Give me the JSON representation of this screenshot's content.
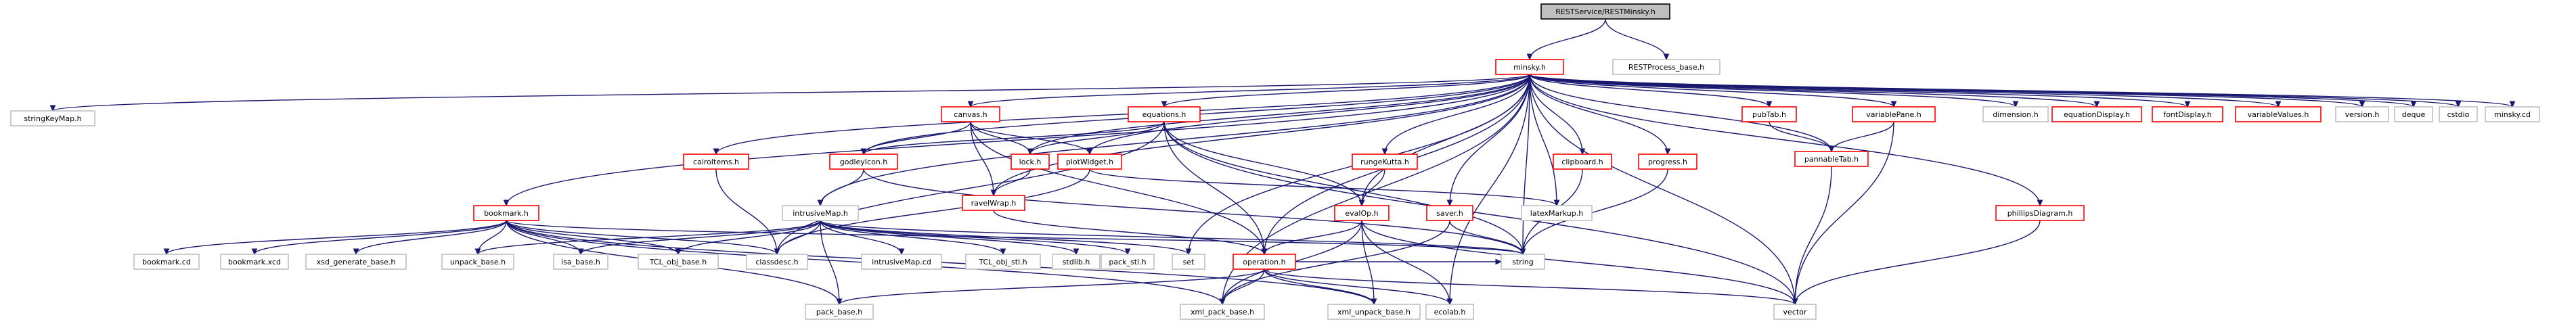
{
  "colors": {
    "edge": "#191970",
    "node_border_default": "#bfbfbf",
    "node_border_linked": "#ff0000",
    "node_border_root": "#000000",
    "root_fill": "#bfbfbf",
    "node_fill": "#ffffff"
  },
  "nodes": [
    {
      "id": "root",
      "label": "RESTService/RESTMinsky.h",
      "kind": "root"
    },
    {
      "id": "minsky",
      "label": "minsky.h",
      "kind": "linked"
    },
    {
      "id": "restproc",
      "label": "RESTProcess_base.h",
      "kind": "plain"
    },
    {
      "id": "stringKeyMap",
      "label": "stringKeyMap.h",
      "kind": "plain"
    },
    {
      "id": "canvas",
      "label": "canvas.h",
      "kind": "linked"
    },
    {
      "id": "equations",
      "label": "equations.h",
      "kind": "linked"
    },
    {
      "id": "pubTab",
      "label": "pubTab.h",
      "kind": "linked"
    },
    {
      "id": "variablePane",
      "label": "variablePane.h",
      "kind": "linked"
    },
    {
      "id": "dimension",
      "label": "dimension.h",
      "kind": "plain"
    },
    {
      "id": "equationDisplay",
      "label": "equationDisplay.h",
      "kind": "linked"
    },
    {
      "id": "fontDisplay",
      "label": "fontDisplay.h",
      "kind": "linked"
    },
    {
      "id": "variableValues",
      "label": "variableValues.h",
      "kind": "linked"
    },
    {
      "id": "version",
      "label": "version.h",
      "kind": "plain"
    },
    {
      "id": "deque",
      "label": "deque",
      "kind": "plain"
    },
    {
      "id": "cstdio",
      "label": "cstdio",
      "kind": "plain"
    },
    {
      "id": "minskycd",
      "label": "minsky.cd",
      "kind": "plain"
    },
    {
      "id": "cairoItems",
      "label": "cairoItems.h",
      "kind": "linked"
    },
    {
      "id": "godleyIcon",
      "label": "godleyIcon.h",
      "kind": "linked"
    },
    {
      "id": "lock",
      "label": "lock.h",
      "kind": "linked"
    },
    {
      "id": "plotWidget",
      "label": "plotWidget.h",
      "kind": "linked"
    },
    {
      "id": "rungeKutta",
      "label": "rungeKutta.h",
      "kind": "linked"
    },
    {
      "id": "clipboard",
      "label": "clipboard.h",
      "kind": "linked"
    },
    {
      "id": "progress",
      "label": "progress.h",
      "kind": "linked"
    },
    {
      "id": "pannableTab",
      "label": "pannableTab.h",
      "kind": "linked"
    },
    {
      "id": "phillipsDiagram",
      "label": "phillipsDiagram.h",
      "kind": "linked"
    },
    {
      "id": "ravelWrap",
      "label": "ravelWrap.h",
      "kind": "linked"
    },
    {
      "id": "bookmark",
      "label": "bookmark.h",
      "kind": "linked"
    },
    {
      "id": "intrusiveMap",
      "label": "intrusiveMap.h",
      "kind": "plain"
    },
    {
      "id": "evalOp",
      "label": "evalOp.h",
      "kind": "linked"
    },
    {
      "id": "saver",
      "label": "saver.h",
      "kind": "linked"
    },
    {
      "id": "latexMarkup",
      "label": "latexMarkup.h",
      "kind": "plain"
    },
    {
      "id": "bookmarkcd",
      "label": "bookmark.cd",
      "kind": "plain"
    },
    {
      "id": "bookmarkxcd",
      "label": "bookmark.xcd",
      "kind": "plain"
    },
    {
      "id": "xsdgen",
      "label": "xsd_generate_base.h",
      "kind": "plain"
    },
    {
      "id": "unpackbase",
      "label": "unpack_base.h",
      "kind": "plain"
    },
    {
      "id": "isabase",
      "label": "isa_base.h",
      "kind": "plain"
    },
    {
      "id": "tclobjbase",
      "label": "TCL_obj_base.h",
      "kind": "plain"
    },
    {
      "id": "classdesc",
      "label": "classdesc.h",
      "kind": "plain"
    },
    {
      "id": "intrusiveMapcd",
      "label": "intrusiveMap.cd",
      "kind": "plain"
    },
    {
      "id": "tclobjstl",
      "label": "TCL_obj_stl.h",
      "kind": "plain"
    },
    {
      "id": "stdlib",
      "label": "stdlib.h",
      "kind": "plain"
    },
    {
      "id": "packstl",
      "label": "pack_stl.h",
      "kind": "plain"
    },
    {
      "id": "set",
      "label": "set",
      "kind": "plain"
    },
    {
      "id": "operation",
      "label": "operation.h",
      "kind": "linked"
    },
    {
      "id": "string",
      "label": "string",
      "kind": "plain"
    },
    {
      "id": "packbase",
      "label": "pack_base.h",
      "kind": "plain"
    },
    {
      "id": "xmlpackbase",
      "label": "xml_pack_base.h",
      "kind": "plain"
    },
    {
      "id": "xmlunpackbase",
      "label": "xml_unpack_base.h",
      "kind": "plain"
    },
    {
      "id": "ecolab",
      "label": "ecolab.h",
      "kind": "plain"
    },
    {
      "id": "vector",
      "label": "vector",
      "kind": "plain"
    }
  ],
  "edges": [
    [
      "root",
      "minsky"
    ],
    [
      "root",
      "restproc"
    ],
    [
      "minsky",
      "stringKeyMap"
    ],
    [
      "minsky",
      "canvas"
    ],
    [
      "minsky",
      "equations"
    ],
    [
      "minsky",
      "pubTab"
    ],
    [
      "minsky",
      "variablePane"
    ],
    [
      "minsky",
      "dimension"
    ],
    [
      "minsky",
      "equationDisplay"
    ],
    [
      "minsky",
      "fontDisplay"
    ],
    [
      "minsky",
      "variableValues"
    ],
    [
      "minsky",
      "version"
    ],
    [
      "minsky",
      "deque"
    ],
    [
      "minsky",
      "cstdio"
    ],
    [
      "minsky",
      "minskycd"
    ],
    [
      "minsky",
      "cairoItems"
    ],
    [
      "minsky",
      "godleyIcon"
    ],
    [
      "minsky",
      "lock"
    ],
    [
      "minsky",
      "plotWidget"
    ],
    [
      "minsky",
      "rungeKutta"
    ],
    [
      "minsky",
      "clipboard"
    ],
    [
      "minsky",
      "progress"
    ],
    [
      "minsky",
      "pannableTab"
    ],
    [
      "minsky",
      "phillipsDiagram"
    ],
    [
      "minsky",
      "ravelWrap"
    ],
    [
      "minsky",
      "bookmark"
    ],
    [
      "minsky",
      "intrusiveMap"
    ],
    [
      "minsky",
      "evalOp"
    ],
    [
      "minsky",
      "saver"
    ],
    [
      "minsky",
      "latexMarkup"
    ],
    [
      "minsky",
      "operation"
    ],
    [
      "minsky",
      "string"
    ],
    [
      "minsky",
      "vector"
    ],
    [
      "minsky",
      "ecolab"
    ],
    [
      "minsky",
      "set"
    ],
    [
      "minsky",
      "xmlpackbase"
    ],
    [
      "canvas",
      "godleyIcon"
    ],
    [
      "canvas",
      "lock"
    ],
    [
      "canvas",
      "plotWidget"
    ],
    [
      "canvas",
      "ravelWrap"
    ],
    [
      "canvas",
      "operation"
    ],
    [
      "equations",
      "godleyIcon"
    ],
    [
      "equations",
      "lock"
    ],
    [
      "equations",
      "evalOp"
    ],
    [
      "equations",
      "operation"
    ],
    [
      "equations",
      "classdesc"
    ],
    [
      "equations",
      "string"
    ],
    [
      "equations",
      "vector"
    ],
    [
      "cairoItems",
      "classdesc"
    ],
    [
      "godleyIcon",
      "intrusiveMap"
    ],
    [
      "godleyIcon",
      "string"
    ],
    [
      "lock",
      "ravelWrap"
    ],
    [
      "plotWidget",
      "latexMarkup"
    ],
    [
      "plotWidget",
      "classdesc"
    ],
    [
      "rungeKutta",
      "evalOp"
    ],
    [
      "clipboard",
      "string"
    ],
    [
      "progress",
      "string"
    ],
    [
      "pubTab",
      "pannableTab"
    ],
    [
      "variablePane",
      "pannableTab"
    ],
    [
      "variablePane",
      "vector"
    ],
    [
      "pannableTab",
      "vector"
    ],
    [
      "phillipsDiagram",
      "vector"
    ],
    [
      "ravelWrap",
      "operation"
    ],
    [
      "bookmark",
      "bookmarkcd"
    ],
    [
      "bookmark",
      "bookmarkxcd"
    ],
    [
      "bookmark",
      "xsdgen"
    ],
    [
      "bookmark",
      "unpackbase"
    ],
    [
      "bookmark",
      "isabase"
    ],
    [
      "bookmark",
      "tclobjbase"
    ],
    [
      "bookmark",
      "classdesc"
    ],
    [
      "bookmark",
      "string"
    ],
    [
      "bookmark",
      "packbase"
    ],
    [
      "bookmark",
      "xmlpackbase"
    ],
    [
      "bookmark",
      "xmlunpackbase"
    ],
    [
      "intrusiveMap",
      "unpackbase"
    ],
    [
      "intrusiveMap",
      "isabase"
    ],
    [
      "intrusiveMap",
      "tclobjbase"
    ],
    [
      "intrusiveMap",
      "classdesc"
    ],
    [
      "intrusiveMap",
      "intrusiveMapcd"
    ],
    [
      "intrusiveMap",
      "tclobjstl"
    ],
    [
      "intrusiveMap",
      "stdlib"
    ],
    [
      "intrusiveMap",
      "packstl"
    ],
    [
      "intrusiveMap",
      "set"
    ],
    [
      "intrusiveMap",
      "string"
    ],
    [
      "intrusiveMap",
      "packbase"
    ],
    [
      "evalOp",
      "operation"
    ],
    [
      "evalOp",
      "xmlpackbase"
    ],
    [
      "evalOp",
      "xmlunpackbase"
    ],
    [
      "evalOp",
      "ecolab"
    ],
    [
      "evalOp",
      "vector"
    ],
    [
      "saver",
      "string"
    ],
    [
      "saver",
      "xmlpackbase"
    ],
    [
      "operation",
      "packbase"
    ],
    [
      "operation",
      "xmlpackbase"
    ],
    [
      "operation",
      "xmlunpackbase"
    ],
    [
      "operation",
      "ecolab"
    ],
    [
      "operation",
      "string"
    ],
    [
      "operation",
      "vector"
    ]
  ]
}
